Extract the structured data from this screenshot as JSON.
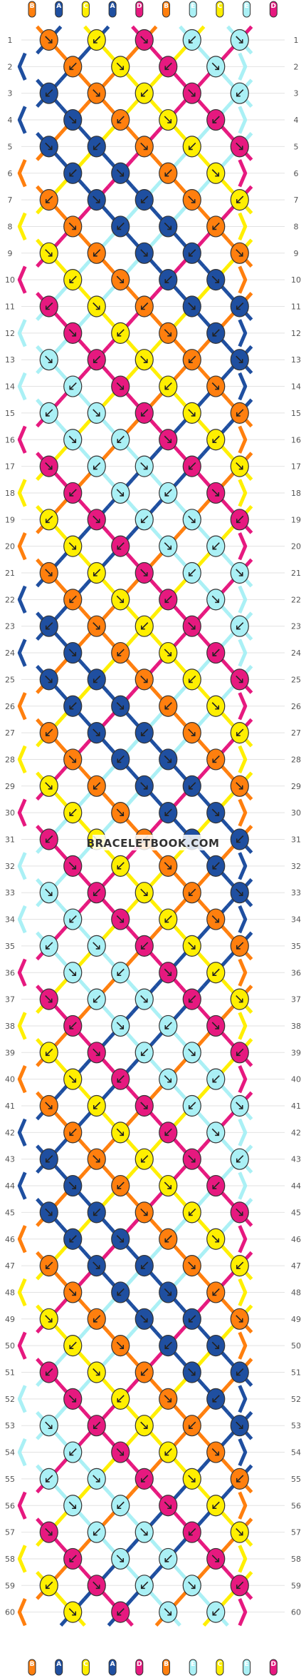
{
  "watermark": "BRACELETBOOK.COM",
  "threads_top": [
    "B",
    "A",
    "C",
    "A",
    "D",
    "B",
    "E",
    "C",
    "E",
    "D"
  ],
  "threads_bottom": [
    "B",
    "A",
    "C",
    "A",
    "D",
    "B",
    "E",
    "C",
    "E",
    "D"
  ],
  "colors": {
    "A": "#1f4fa0",
    "B": "#ff7f0e",
    "C": "#ffef00",
    "D": "#e6197f",
    "E": "#aaf0f5"
  },
  "row_count": 60,
  "knot_icon": "arrow-icon"
}
